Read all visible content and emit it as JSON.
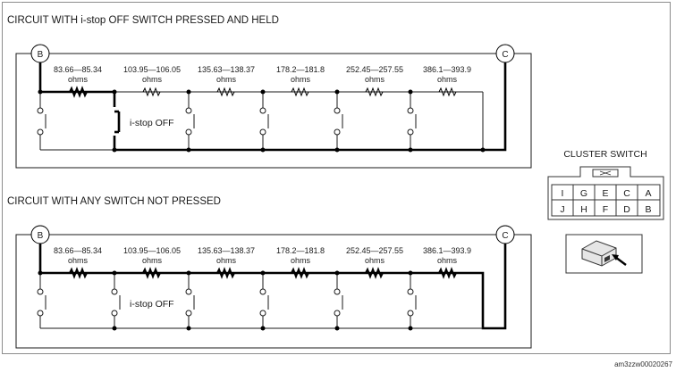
{
  "diagram": {
    "circuit_pressed": {
      "title": "CIRCUIT WITH i-stop OFF SWITCH PRESSED AND HELD",
      "left_terminal": "B",
      "right_terminal": "C",
      "switch_label": "i-stop OFF"
    },
    "circuit_not_pressed": {
      "title": "CIRCUIT WITH ANY SWITCH NOT PRESSED",
      "left_terminal": "B",
      "right_terminal": "C",
      "switch_label": "i-stop OFF"
    },
    "resistors": [
      {
        "value": "83.66—85.34",
        "unit": "ohms"
      },
      {
        "value": "103.95—106.05",
        "unit": "ohms"
      },
      {
        "value": "135.63—138.37",
        "unit": "ohms"
      },
      {
        "value": "178.2—181.8",
        "unit": "ohms"
      },
      {
        "value": "252.45—257.55",
        "unit": "ohms"
      },
      {
        "value": "386.1—393.9",
        "unit": "ohms"
      }
    ],
    "cluster_switch": {
      "title": "CLUSTER SWITCH",
      "pins_top": [
        "I",
        "G",
        "E",
        "C",
        "A"
      ],
      "pins_bottom": [
        "J",
        "H",
        "F",
        "D",
        "B"
      ]
    },
    "reference_code": "am3zzw00020267"
  }
}
